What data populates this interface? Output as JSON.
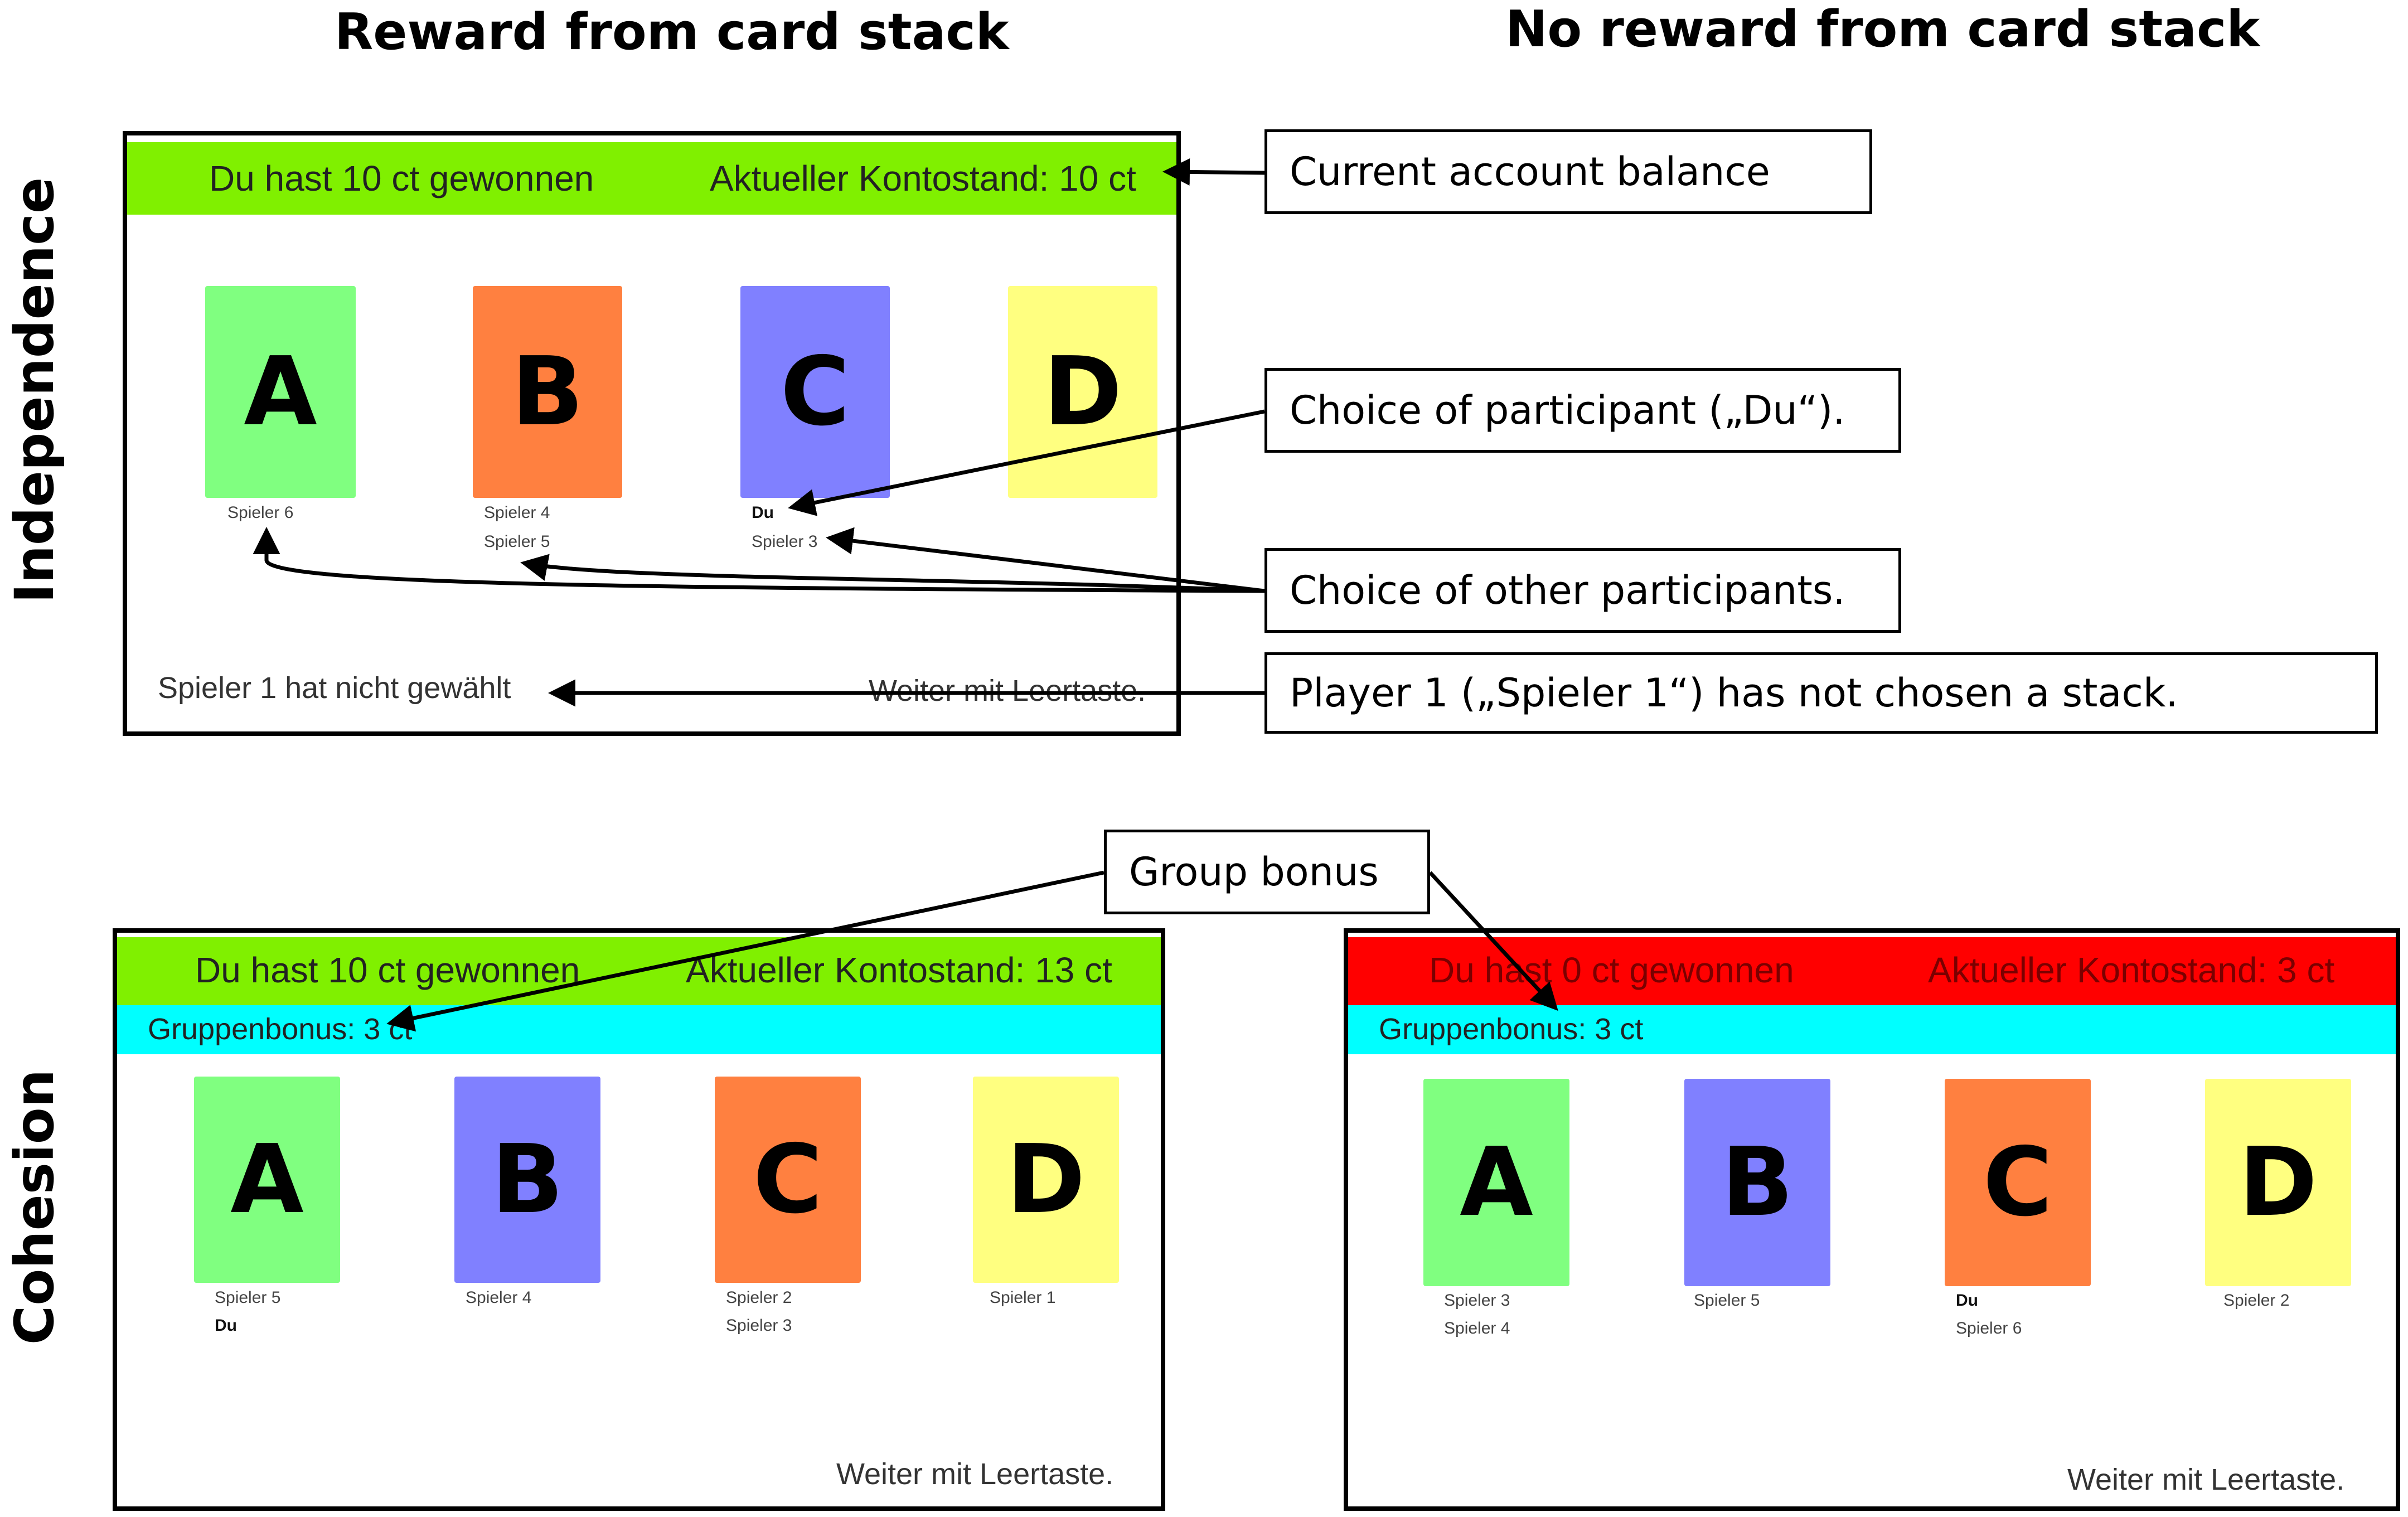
{
  "column_headers": {
    "left": "Reward from card stack",
    "right": "No reward from card stack"
  },
  "row_headers": {
    "top": "Independence",
    "bottom": "Cohesion"
  },
  "panel_independence": {
    "status_left": "Du hast 10 ct gewonnen",
    "status_right": "Aktueller Kontostand: 10 ct",
    "cards": [
      {
        "letter": "A",
        "color": "#80FF80",
        "labels": [
          "Spieler 6"
        ]
      },
      {
        "letter": "B",
        "color": "#FF8040",
        "labels": [
          "Spieler 4",
          "Spieler 5"
        ]
      },
      {
        "letter": "C",
        "color": "#8080FF",
        "labels": [
          "Du",
          "Spieler 3"
        ]
      },
      {
        "letter": "D",
        "color": "#FFFF80",
        "labels": []
      }
    ],
    "footer_left": "Spieler 1 hat nicht gewählt",
    "footer_right": "Weiter mit Leertaste."
  },
  "panel_cohesion_reward": {
    "status_left": "Du hast 10 ct gewonnen",
    "status_right": "Aktueller Kontostand: 13 ct",
    "bonus": "Gruppenbonus: 3 ct",
    "cards": [
      {
        "letter": "A",
        "color": "#80FF80",
        "labels": [
          "Spieler 5",
          "Du"
        ]
      },
      {
        "letter": "B",
        "color": "#8080FF",
        "labels": [
          "Spieler 4"
        ]
      },
      {
        "letter": "C",
        "color": "#FF8040",
        "labels": [
          "Spieler 2",
          "Spieler 3"
        ]
      },
      {
        "letter": "D",
        "color": "#FFFF80",
        "labels": [
          "Spieler 1"
        ]
      }
    ],
    "footer_right": "Weiter mit Leertaste."
  },
  "panel_cohesion_noreward": {
    "status_left": "Du hast 0 ct gewonnen",
    "status_right": "Aktueller Kontostand: 3 ct",
    "bonus": "Gruppenbonus: 3 ct",
    "cards": [
      {
        "letter": "A",
        "color": "#80FF80",
        "labels": [
          "Spieler 3",
          "Spieler 4"
        ]
      },
      {
        "letter": "B",
        "color": "#8080FF",
        "labels": [
          "Spieler 5"
        ]
      },
      {
        "letter": "C",
        "color": "#FF8040",
        "labels": [
          "Du",
          "Spieler 6"
        ]
      },
      {
        "letter": "D",
        "color": "#FFFF80",
        "labels": [
          "Spieler 2"
        ]
      }
    ],
    "footer_right": "Weiter mit Leertaste."
  },
  "callouts": {
    "balance": "Current account balance",
    "participant_choice": "Choice of participant („Du“).",
    "other_choices": "Choice of other participants.",
    "player1": "Player 1 („Spieler 1“) has not chosen a stack.",
    "group_bonus": "Group bonus"
  },
  "colors": {
    "win_bar": "#80F000",
    "loss_bar": "#FF0000",
    "bonus_bar": "#00FFFF"
  }
}
